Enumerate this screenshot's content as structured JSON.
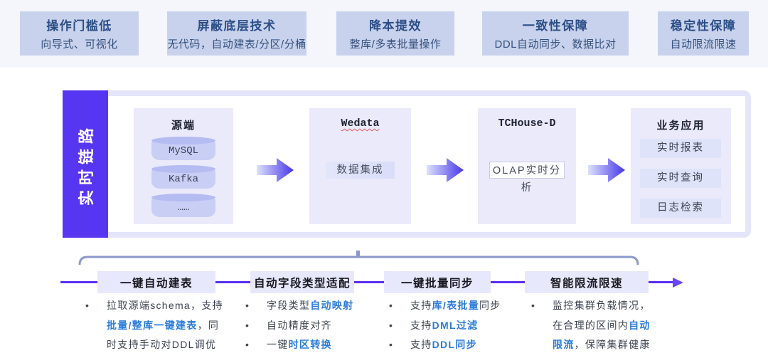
{
  "colors": {
    "accent_purple": "#5736f2",
    "flow_line_purple": "#5a2ef0",
    "link_blue": "#2b7cd8",
    "card_bg": "#c8d2ec",
    "card_text": "#2c4e86",
    "stage_bg": "#eaeafb",
    "brace_gray_blue": "#8b99cb"
  },
  "top_features": [
    {
      "title": "操作门槛低",
      "subtitle": "向导式、可视化"
    },
    {
      "title": "屏蔽底层技术",
      "subtitle": "无代码，自动建表/分区/分桶"
    },
    {
      "title": "降本提效",
      "subtitle": "整库/多表批量操作"
    },
    {
      "title": "一致性保障",
      "subtitle": "DDL自动同步、数据比对"
    },
    {
      "title": "稳定性保障",
      "subtitle": "自动限流限速"
    }
  ],
  "pipeline": {
    "band_label": "实时链路",
    "stages": [
      {
        "title": "源端",
        "items": [
          "MySQL",
          "Kafka",
          "……"
        ]
      },
      {
        "title": "Wedata",
        "items": [
          "数据集成"
        ]
      },
      {
        "title": "TCHouse-D",
        "items": [
          "OLAP实时分析"
        ]
      },
      {
        "title": "业务应用",
        "items": [
          "实时报表",
          "实时查询",
          "日志检索"
        ]
      }
    ]
  },
  "flow_steps": [
    {
      "label": "一键自动建表",
      "bullets": [
        {
          "lines": [
            [
              {
                "t": "拉取源端schema，支持"
              }
            ],
            [
              {
                "t": "批量/整库一键建表",
                "b": true
              },
              {
                "t": "，同"
              }
            ],
            [
              {
                "t": "时支持手动对DDL调优"
              }
            ]
          ]
        }
      ]
    },
    {
      "label": "自动字段类型适配",
      "bullets": [
        {
          "lines": [
            [
              {
                "t": "字段类型"
              },
              {
                "t": "自动映射",
                "b": true
              }
            ]
          ]
        },
        {
          "lines": [
            [
              {
                "t": "自动精度对齐"
              }
            ]
          ]
        },
        {
          "lines": [
            [
              {
                "t": "一键"
              },
              {
                "t": "时区转换",
                "b": true
              }
            ]
          ]
        }
      ]
    },
    {
      "label": "一键批量同步",
      "bullets": [
        {
          "lines": [
            [
              {
                "t": "支持"
              },
              {
                "t": "库/表批量",
                "b": true
              },
              {
                "t": "同步"
              }
            ]
          ]
        },
        {
          "lines": [
            [
              {
                "t": "支持"
              },
              {
                "t": "DML过滤",
                "b": true
              }
            ]
          ]
        },
        {
          "lines": [
            [
              {
                "t": "支持"
              },
              {
                "t": "DDL同步",
                "b": true
              }
            ]
          ]
        }
      ]
    },
    {
      "label": "智能限流限速",
      "bullets": [
        {
          "lines": [
            [
              {
                "t": "监控集群负载情况，"
              }
            ],
            [
              {
                "t": "在合理的区间内"
              },
              {
                "t": "自动",
                "b": true
              }
            ],
            [
              {
                "t": "限流",
                "b": true
              },
              {
                "t": "，保障集群健康"
              }
            ]
          ]
        }
      ]
    }
  ]
}
